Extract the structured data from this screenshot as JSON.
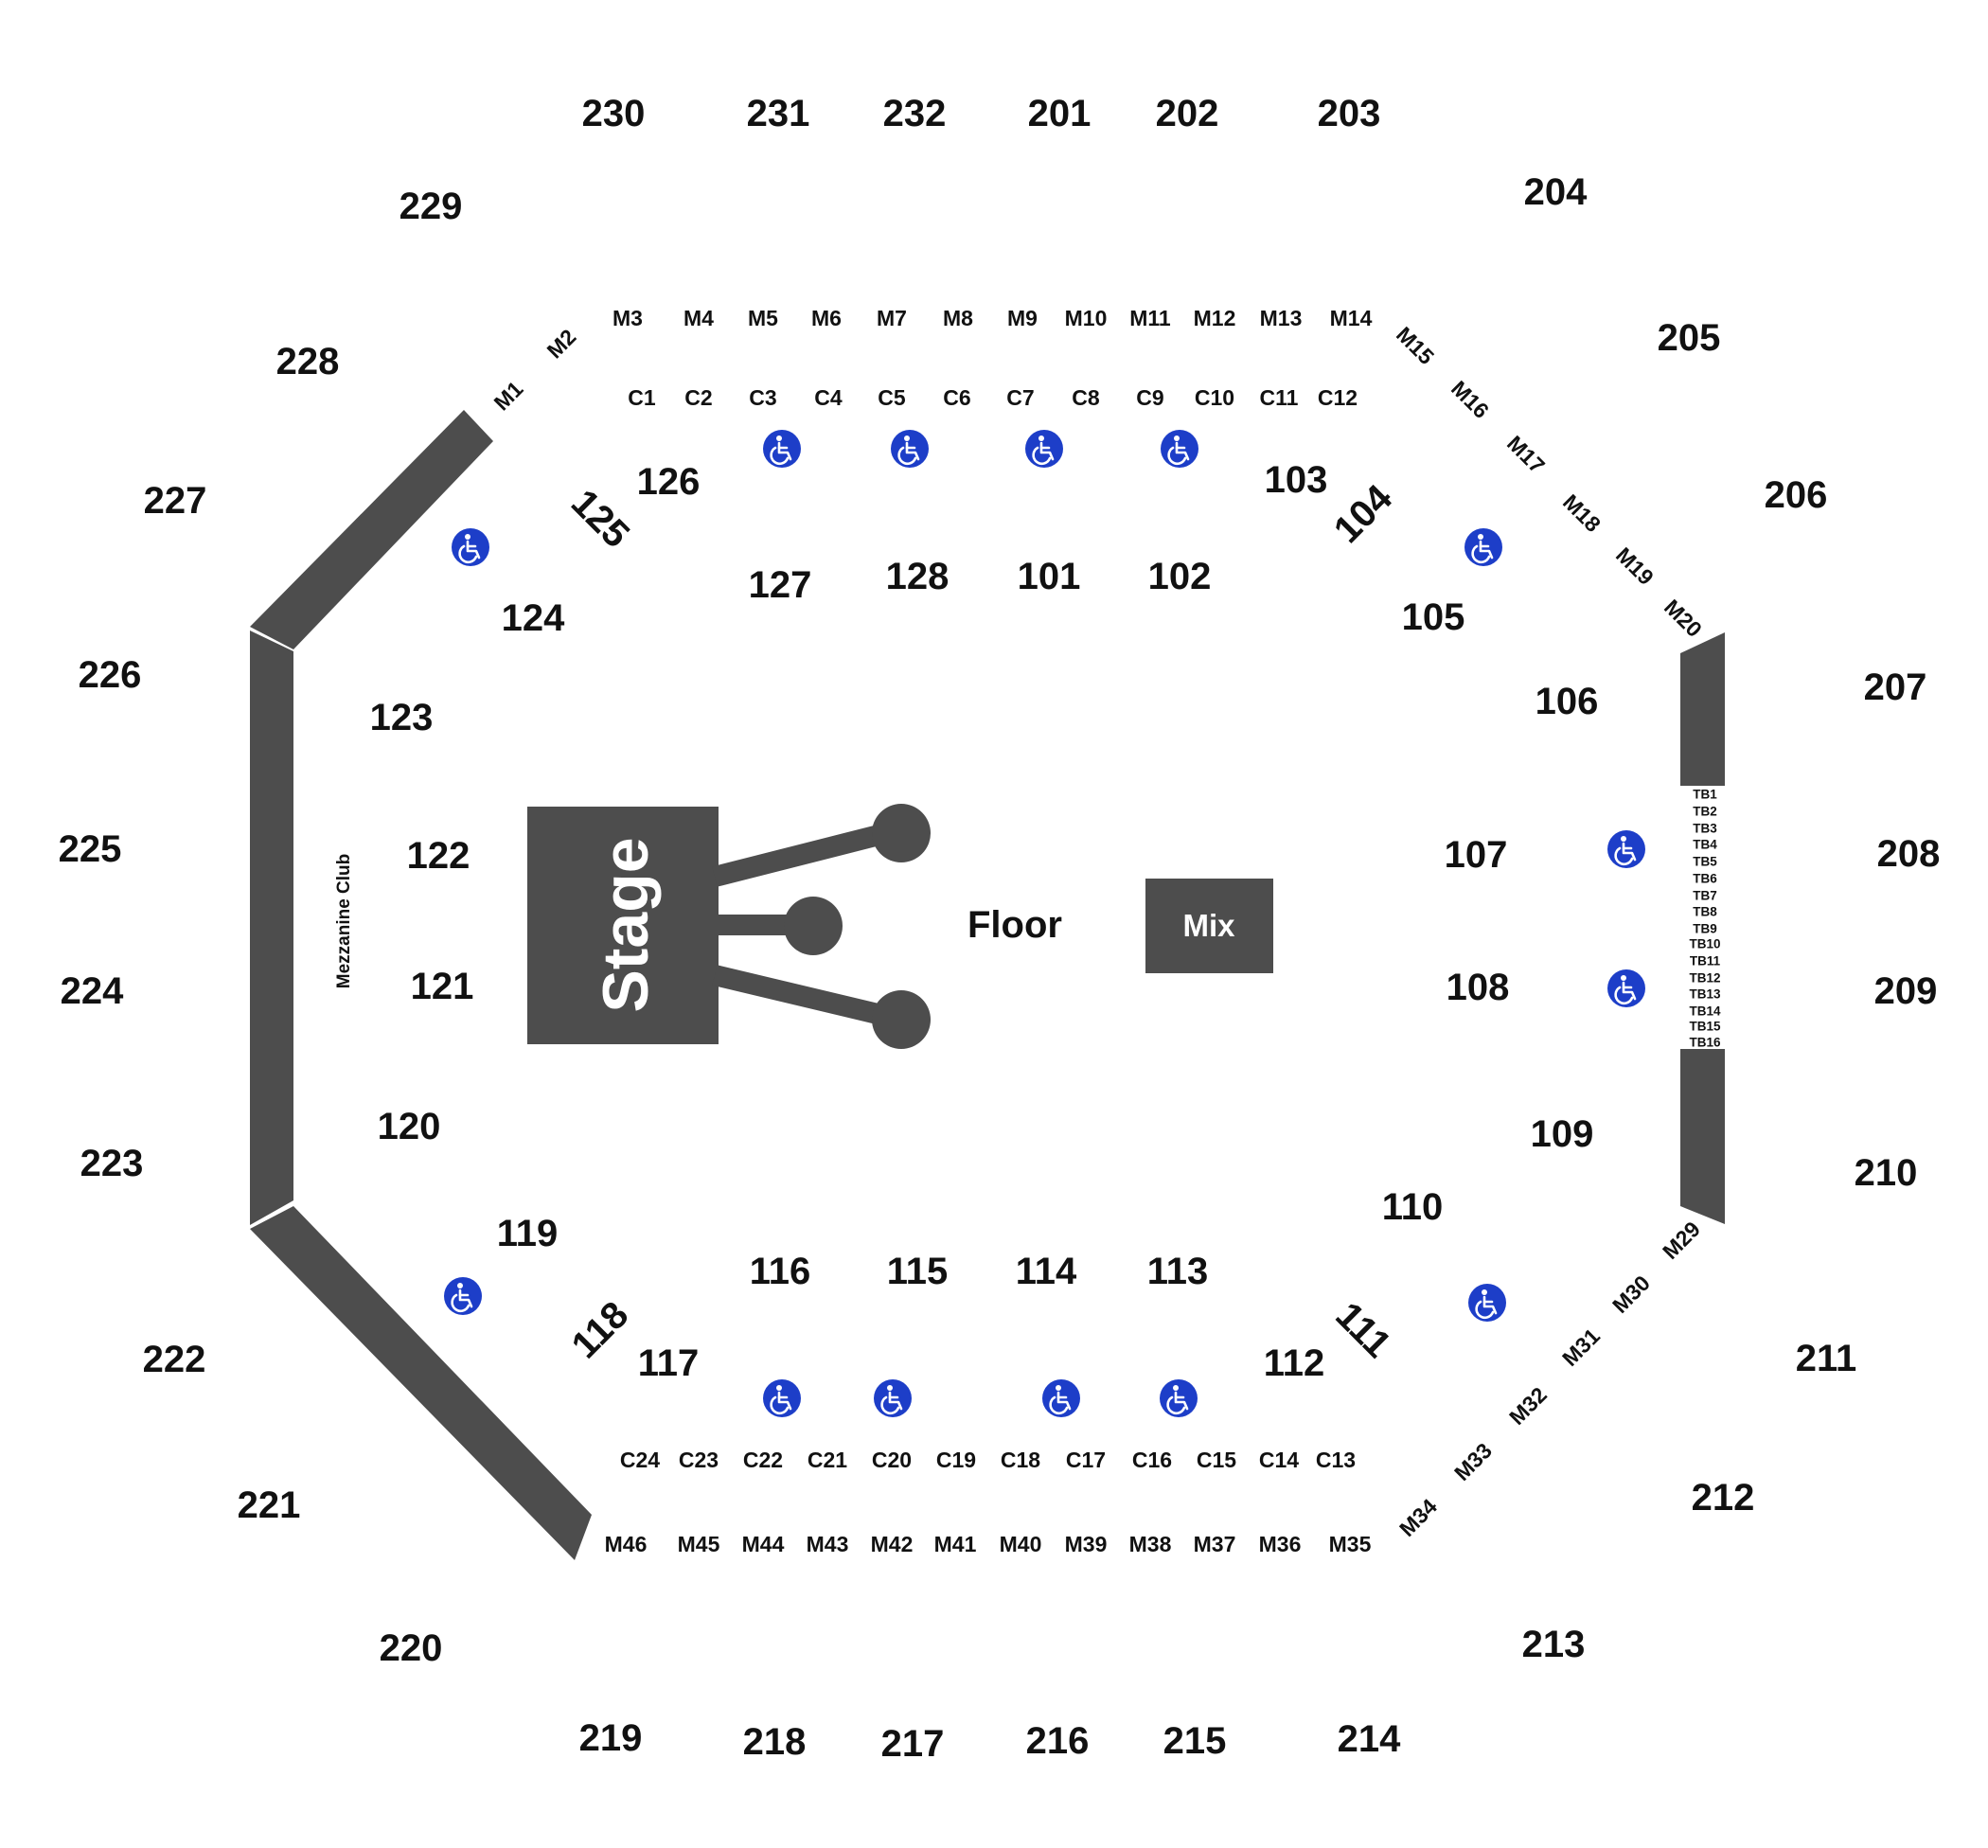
{
  "upper_sections": [
    "230",
    "231",
    "232",
    "201",
    "202",
    "203",
    "204",
    "205",
    "206",
    "207",
    "208",
    "209",
    "210",
    "211",
    "212",
    "213",
    "214",
    "215",
    "216",
    "217",
    "218",
    "219",
    "220",
    "221",
    "222",
    "223",
    "224",
    "225",
    "226",
    "227",
    "228",
    "229"
  ],
  "lower_sections": [
    "126",
    "125",
    "124",
    "123",
    "122",
    "121",
    "120",
    "119",
    "118",
    "117",
    "116",
    "115",
    "114",
    "113",
    "112",
    "111",
    "110",
    "109",
    "108",
    "107",
    "106",
    "105",
    "104",
    "103",
    "102",
    "101",
    "128",
    "127"
  ],
  "mezzanine_boxes": [
    "M1",
    "M2",
    "M3",
    "M4",
    "M5",
    "M6",
    "M7",
    "M8",
    "M9",
    "M10",
    "M11",
    "M12",
    "M13",
    "M14",
    "M15",
    "M16",
    "M17",
    "M18",
    "M19",
    "M20",
    "M29",
    "M30",
    "M31",
    "M32",
    "M33",
    "M34",
    "M35",
    "M36",
    "M37",
    "M38",
    "M39",
    "M40",
    "M41",
    "M42",
    "M43",
    "M44",
    "M45",
    "M46"
  ],
  "club_boxes": [
    "C1",
    "C2",
    "C3",
    "C4",
    "C5",
    "C6",
    "C7",
    "C8",
    "C9",
    "C10",
    "C11",
    "C12",
    "C13",
    "C14",
    "C15",
    "C16",
    "C17",
    "C18",
    "C19",
    "C20",
    "C21",
    "C22",
    "C23",
    "C24"
  ],
  "table_boxes": [
    "TB1",
    "TB2",
    "TB3",
    "TB4",
    "TB5",
    "TB6",
    "TB7",
    "TB8",
    "TB9",
    "TB10",
    "TB11",
    "TB12",
    "TB13",
    "TB14",
    "TB15",
    "TB16"
  ],
  "labels": {
    "stage": "Stage",
    "floor": "Floor",
    "mix": "Mix",
    "mezzanine_club": "Mezzanine Club"
  },
  "accessible_icon": "wheelchair-icon",
  "colors": {
    "structure": "#4d4d4d",
    "accessible": "#1d3ec8",
    "text": "#111111",
    "background": "#ffffff"
  }
}
